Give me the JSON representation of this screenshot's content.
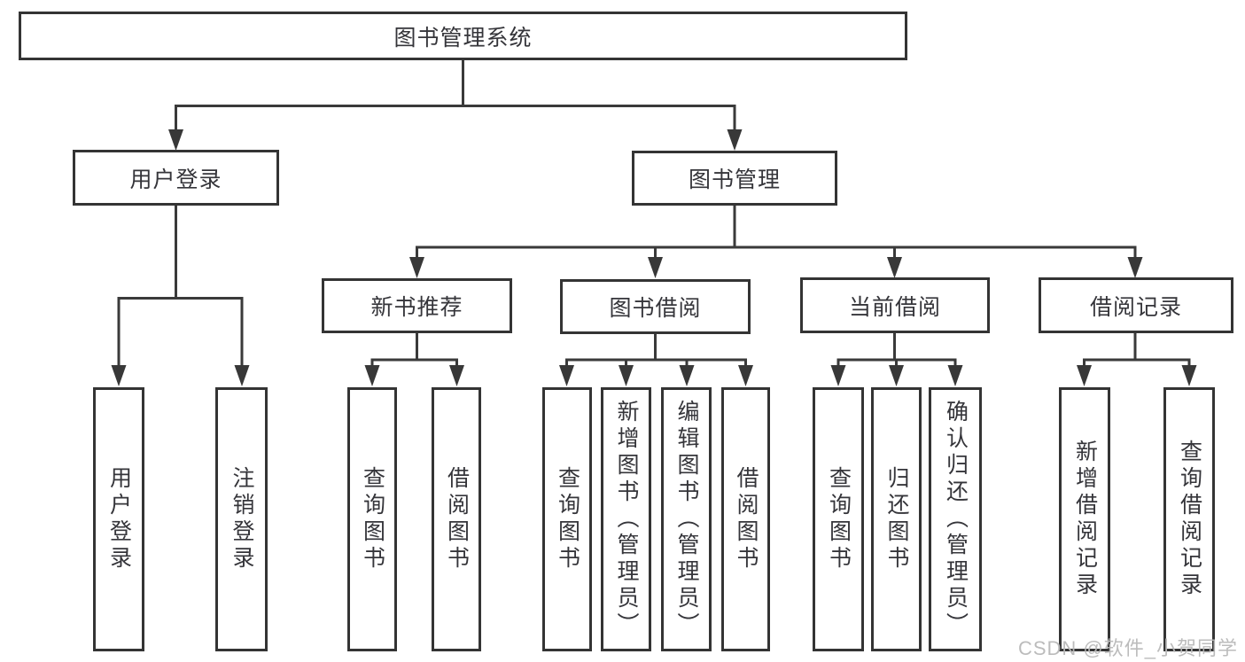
{
  "root": {
    "label": "图书管理系统"
  },
  "branches": [
    {
      "label": "用户登录",
      "children": [
        "用户登录",
        "注销登录"
      ]
    },
    {
      "label": "图书管理",
      "sections": [
        {
          "label": "新书推荐",
          "children": [
            "查询图书",
            "借阅图书"
          ]
        },
        {
          "label": "图书借阅",
          "children": [
            "查询图书",
            "新增图书（管理员）",
            "编辑图书（管理员）",
            "借阅图书"
          ]
        },
        {
          "label": "当前借阅",
          "children": [
            "查询图书",
            "归还图书",
            "确认归还（管理员）"
          ]
        },
        {
          "label": "借阅记录",
          "children": [
            "新增借阅记录",
            "查询借阅记录"
          ]
        }
      ]
    }
  ],
  "watermark": "CSDN @软件_小贺同学",
  "colors": {
    "line": "#3a3a3a",
    "box_border": "#343434",
    "text": "#35353a",
    "watermark": "#b8b8b8",
    "background": "#ffffff"
  }
}
